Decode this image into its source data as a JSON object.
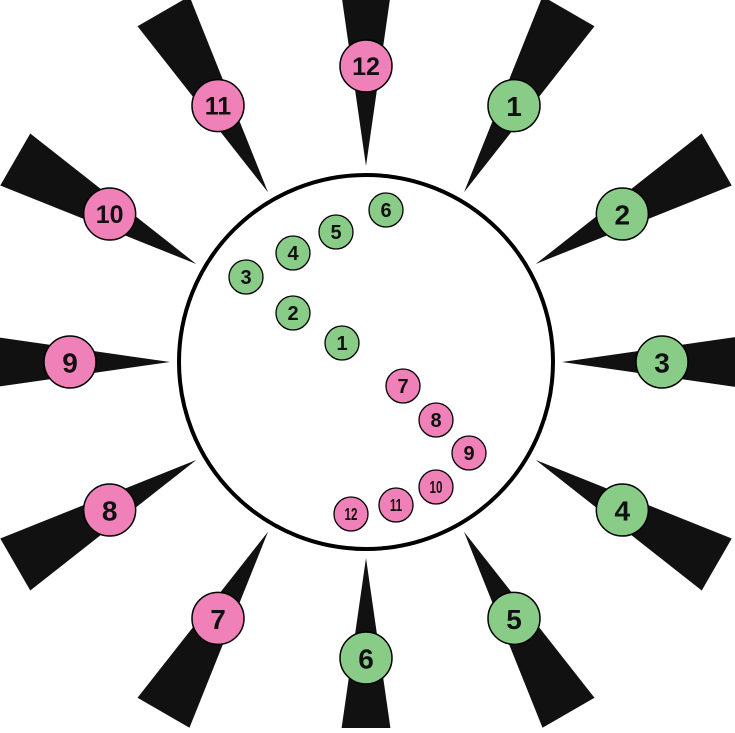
{
  "colors": {
    "green": "#88cc88",
    "pink": "#f080b8",
    "spike": "#111111",
    "outline": "#000000",
    "background": "#ffffff"
  },
  "outer_markers": [
    {
      "label": "12",
      "color": "pink"
    },
    {
      "label": "1",
      "color": "green"
    },
    {
      "label": "2",
      "color": "green"
    },
    {
      "label": "3",
      "color": "green"
    },
    {
      "label": "4",
      "color": "green"
    },
    {
      "label": "5",
      "color": "green"
    },
    {
      "label": "6",
      "color": "green"
    },
    {
      "label": "7",
      "color": "pink"
    },
    {
      "label": "8",
      "color": "pink"
    },
    {
      "label": "9",
      "color": "pink"
    },
    {
      "label": "10",
      "color": "pink"
    },
    {
      "label": "11",
      "color": "pink"
    }
  ],
  "inner_markers": [
    {
      "label": "1",
      "color": "green"
    },
    {
      "label": "2",
      "color": "green"
    },
    {
      "label": "3",
      "color": "green"
    },
    {
      "label": "4",
      "color": "green"
    },
    {
      "label": "5",
      "color": "green"
    },
    {
      "label": "6",
      "color": "green"
    },
    {
      "label": "7",
      "color": "pink"
    },
    {
      "label": "8",
      "color": "pink"
    },
    {
      "label": "9",
      "color": "pink"
    },
    {
      "label": "10",
      "color": "pink"
    },
    {
      "label": "11",
      "color": "pink"
    },
    {
      "label": "12",
      "color": "pink"
    }
  ]
}
